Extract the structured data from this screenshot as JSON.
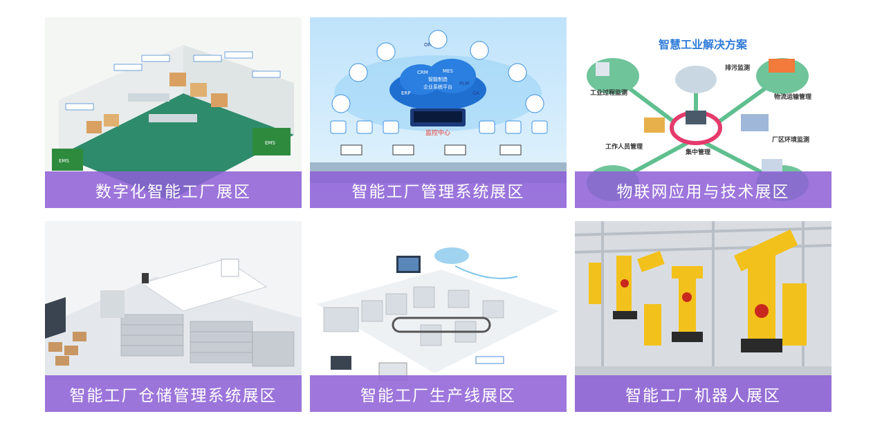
{
  "exhibits": [
    {
      "title": "数字化智能工厂展区"
    },
    {
      "title": "智能工厂管理系统展区",
      "diagram": {
        "center_title": "智能制造",
        "center_subtitle": "企业系统平台",
        "systems": [
          "OMS",
          "CRM",
          "MES",
          "PLM",
          "ERP",
          "OA"
        ],
        "monitor": "监控中心"
      }
    },
    {
      "title": "物联网应用与技术展区",
      "diagram": {
        "heading": "智慧工业解决方案",
        "nodes": [
          "排污监测",
          "工业过程监测",
          "物流运输管理",
          "工作人员管理",
          "集中管理",
          "厂区环境监测"
        ]
      }
    },
    {
      "title": "智能工厂仓储管理系统展区"
    },
    {
      "title": "智能工厂生产线展区"
    },
    {
      "title": "智能工厂机器人展区"
    }
  ],
  "colors": {
    "label_bg": "#8e60d6",
    "label_text": "#ffffff",
    "page_bg": "#ffffff"
  }
}
